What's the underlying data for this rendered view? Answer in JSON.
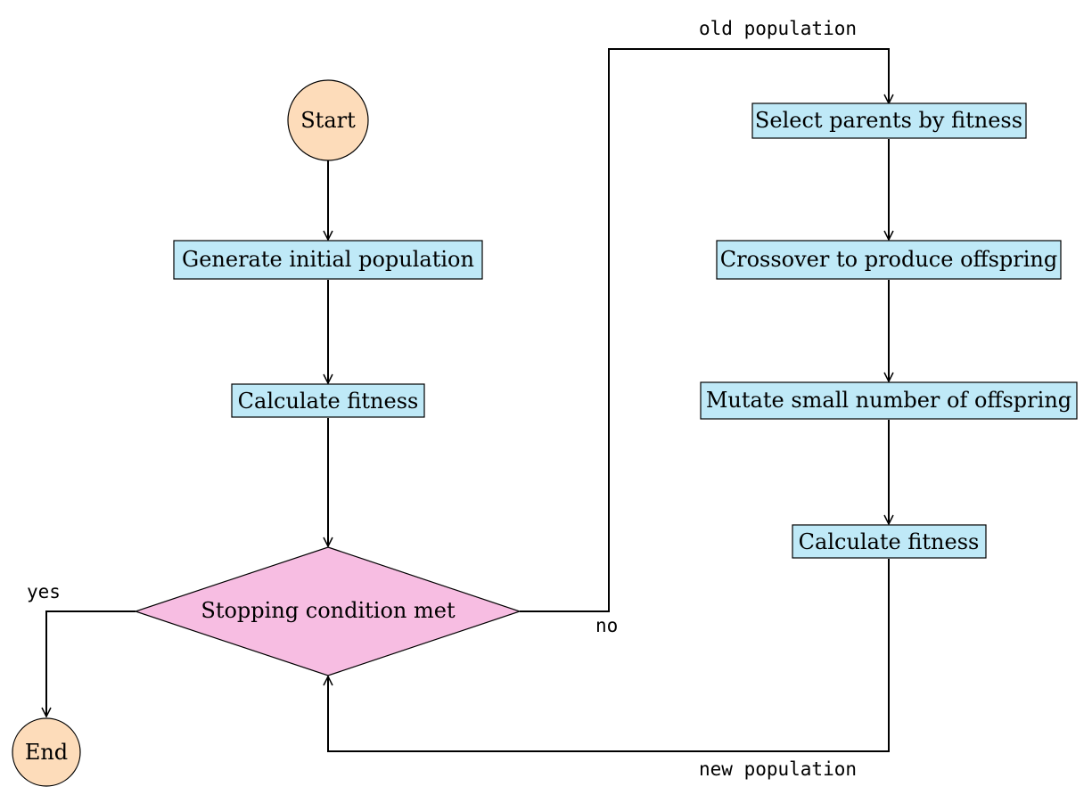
{
  "diagram": {
    "colors": {
      "terminal": "#FDDCBA",
      "process": "#BFE9F7",
      "decision": "#F7BDE2",
      "stroke": "#000000"
    },
    "nodes": {
      "start": "Start",
      "generate": "Generate initial population",
      "fitness_left": "Calculate fitness",
      "decision": "Stopping condition met",
      "end": "End",
      "select": "Select parents by fitness",
      "crossover": "Crossover to produce offspring",
      "mutate": "Mutate small number of offspring",
      "fitness_right": "Calculate fitness"
    },
    "edge_labels": {
      "yes": "yes",
      "no": "no",
      "old_population": "old population",
      "new_population": "new population"
    }
  }
}
